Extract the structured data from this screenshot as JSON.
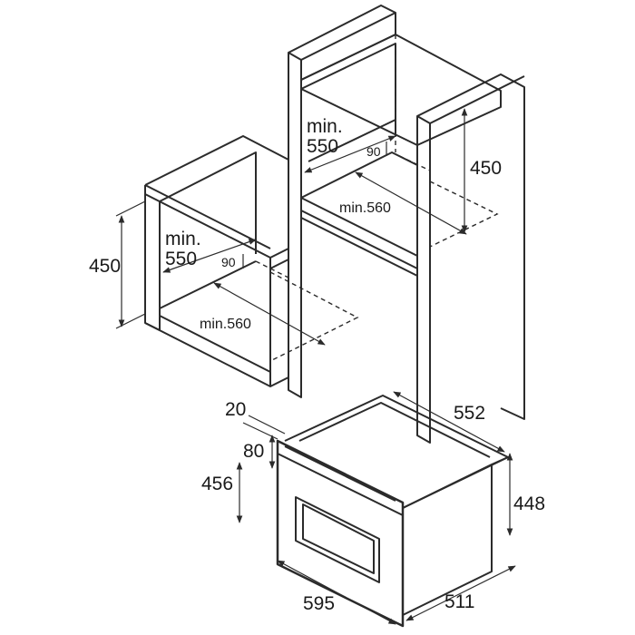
{
  "dimensions": {
    "left_cabinet": {
      "height": "450",
      "depth_line1": "min.",
      "depth_line2": "550",
      "gap": "90",
      "width": "min.560"
    },
    "right_cabinet": {
      "height": "450",
      "depth_line1": "min.",
      "depth_line2": "550",
      "gap": "90",
      "width": "min.560"
    },
    "appliance": {
      "front_offset": "20",
      "panel_height": "80",
      "front_height": "456",
      "front_width": "595",
      "body_depth": "552",
      "body_height": "448",
      "body_width": "511"
    }
  }
}
